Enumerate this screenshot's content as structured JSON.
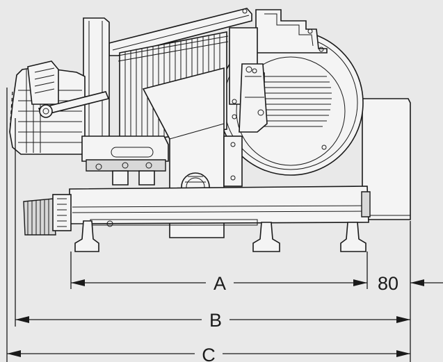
{
  "dimensions": {
    "a_label": "A",
    "b_label": "B",
    "c_label": "C",
    "offset_label": "80"
  },
  "colors": {
    "background": "#e9e9e9",
    "line": "#1a1a1a"
  }
}
